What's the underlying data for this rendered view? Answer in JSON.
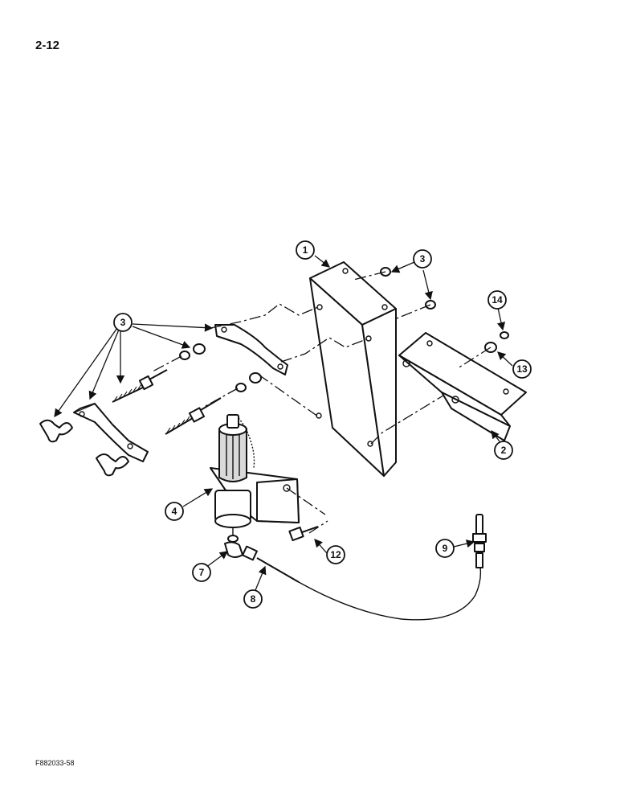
{
  "page": {
    "number": "2-12",
    "figure_id": "F882033-58"
  },
  "callouts": [
    "1",
    "3",
    "3",
    "14",
    "13",
    "2",
    "4",
    "12",
    "9",
    "7",
    "8"
  ]
}
